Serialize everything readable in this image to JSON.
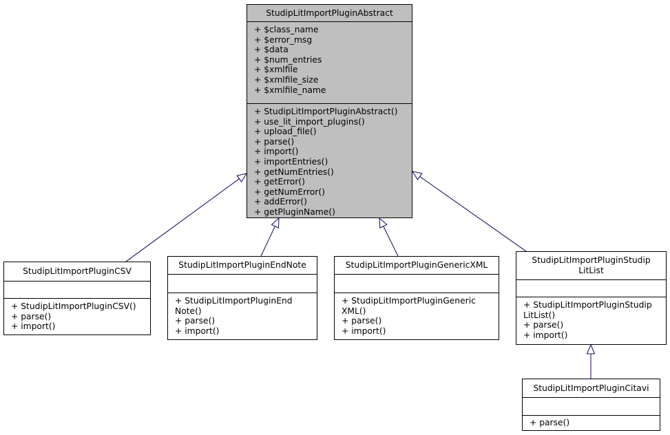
{
  "classes": {
    "abstract": {
      "name": "StudipLitImportPluginAbstract",
      "attributes": [
        "+ $class_name",
        "+ $error_msg",
        "+ $data",
        "+ $num_entries",
        "+ $xmlfile",
        "+ $xmlfile_size",
        "+ $xmlfile_name"
      ],
      "methods": [
        "+ StudipLitImportPluginAbstract()",
        "+ use_lit_import_plugins()",
        "+ upload_file()",
        "+ parse()",
        "+ import()",
        "+ importEntries()",
        "+ getNumEntries()",
        "+ getError()",
        "+ getNumError()",
        "+ addError()",
        "+ getPluginName()"
      ]
    },
    "csv": {
      "name": "StudipLitImportPluginCSV",
      "attributes": [],
      "methods": [
        "+ StudipLitImportPluginCSV()",
        "+ parse()",
        "+ import()"
      ]
    },
    "endnote": {
      "name": "StudipLitImportPluginEndNote",
      "attributes": [],
      "methods": [
        "+ StudipLitImportPluginEnd",
        "Note()",
        "+ parse()",
        "+ import()"
      ]
    },
    "genericxml": {
      "name": "StudipLitImportPluginGenericXML",
      "attributes": [],
      "methods": [
        "+ StudipLitImportPluginGeneric",
        "XML()",
        "+ parse()",
        "+ import()"
      ]
    },
    "litlist": {
      "name": [
        "StudipLitImportPluginStudip",
        "LitList"
      ],
      "attributes": [],
      "methods": [
        "+ StudipLitImportPluginStudip",
        "LitList()",
        "+ parse()",
        "+ import()"
      ]
    },
    "citavi": {
      "name": "StudipLitImportPluginCitavi",
      "attributes": [],
      "methods": [
        "+ parse()"
      ]
    }
  },
  "relations": [
    {
      "from": "csv",
      "to": "abstract",
      "type": "inheritance"
    },
    {
      "from": "endnote",
      "to": "abstract",
      "type": "inheritance"
    },
    {
      "from": "genericxml",
      "to": "abstract",
      "type": "inheritance"
    },
    {
      "from": "litlist",
      "to": "abstract",
      "type": "inheritance"
    },
    {
      "from": "citavi",
      "to": "litlist",
      "type": "inheritance"
    }
  ],
  "colors": {
    "edge": "#191970",
    "base_fill": "#bfbfbf",
    "node_fill": "#ffffff"
  }
}
